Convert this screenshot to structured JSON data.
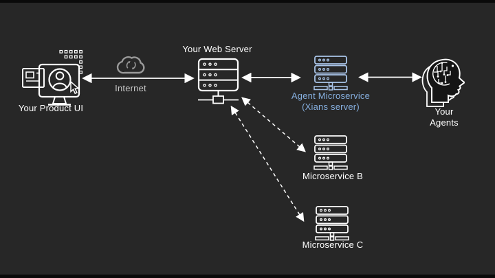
{
  "slide_type": "architecture-diagram",
  "colors": {
    "background": "#272727",
    "letterbox_bar": "#0a0a0a",
    "text": "#ffffff",
    "muted_text": "#c9c9c9",
    "accent_blue_text": "#86afdf",
    "icon_white": "#ffffff",
    "icon_gray": "#9a9a9a",
    "icon_blue": "#aac6ea"
  },
  "nodes": {
    "product_ui": {
      "label": "Your Product UI",
      "icon": "monitor-user-icon"
    },
    "internet": {
      "label": "Internet",
      "icon": "cloud-sync-icon"
    },
    "web_server": {
      "label": "Your Web Server",
      "icon": "server-rack-icon"
    },
    "agent_microservice": {
      "label": "Agent Microservice",
      "sublabel": "(Xians server)",
      "icon": "server-stack-icon"
    },
    "your_agents": {
      "label": "Your Agents",
      "lines": {
        "0": "Your",
        "1": "Agents"
      },
      "icon": "ai-head-icon"
    },
    "microservice_b": {
      "label": "Microservice B",
      "icon": "server-stack-icon"
    },
    "microservice_c": {
      "label": "Microservice C",
      "icon": "server-stack-icon"
    }
  },
  "edges": [
    {
      "from": "product_ui",
      "to": "web_server",
      "style": "solid",
      "bidirectional": true,
      "via_label": "Internet"
    },
    {
      "from": "web_server",
      "to": "agent_microservice",
      "style": "solid",
      "bidirectional": true
    },
    {
      "from": "agent_microservice",
      "to": "your_agents",
      "style": "solid",
      "bidirectional": true
    },
    {
      "from": "web_server",
      "to": "microservice_b",
      "style": "dashed",
      "bidirectional": true
    },
    {
      "from": "web_server",
      "to": "microservice_c",
      "style": "dashed",
      "bidirectional": true
    }
  ]
}
